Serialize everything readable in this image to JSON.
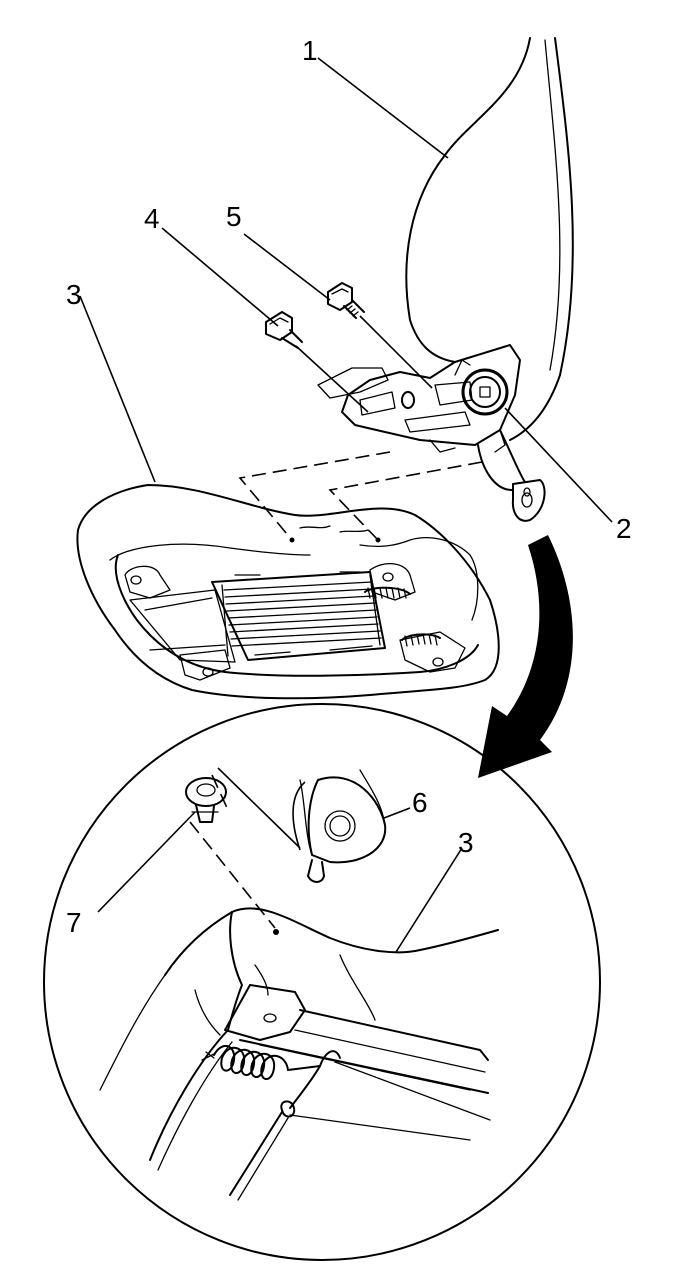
{
  "callouts": {
    "c1": "1",
    "c2": "2",
    "c3": "3",
    "c4": "4",
    "c5": "5",
    "c6": "6",
    "c7": "7",
    "c3_detail": "3"
  },
  "colors": {
    "line": "#000000",
    "background": "#ffffff"
  }
}
